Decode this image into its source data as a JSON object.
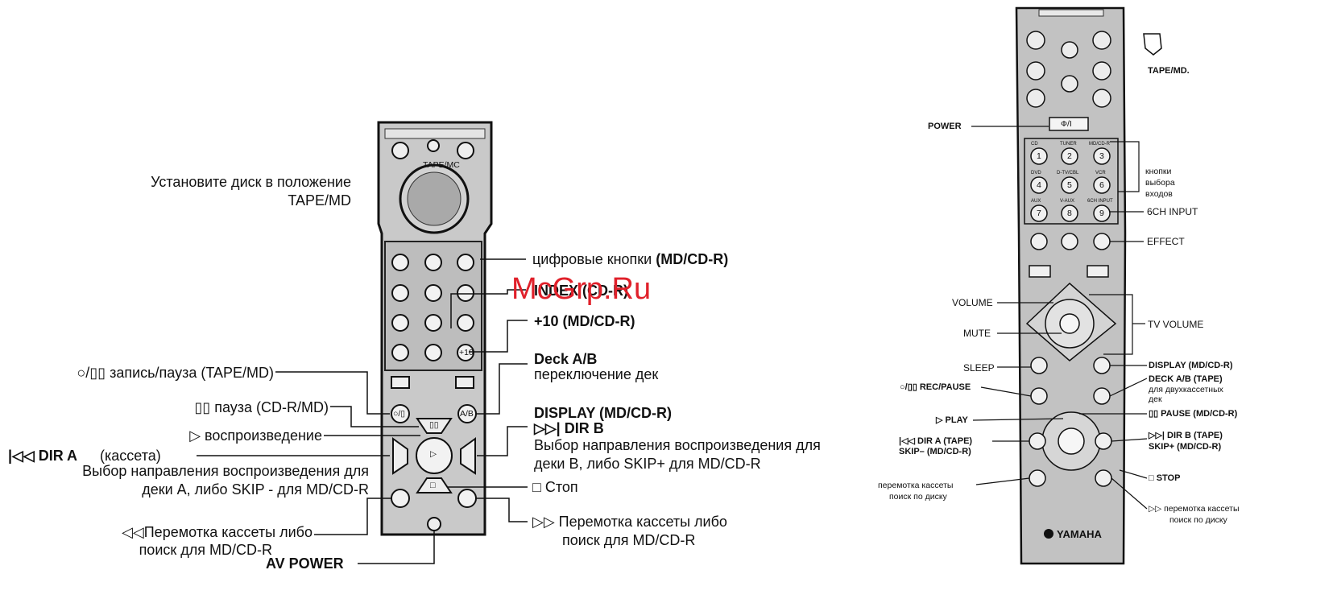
{
  "watermark": "McGrp.Ru",
  "left_remote": {
    "labels": {
      "tape_md_1": "Установите диск в положение",
      "tape_md_2": "TAPE/MD",
      "numeric_a": "цифровые кнопки",
      "numeric_b": "(MD/CD-R)",
      "index": "INDEX (CD-R)",
      "plus10": "+10 (MD/CD-R)",
      "deck_ab": "Deck A/B",
      "deck_ab_desc": "переключение дек",
      "rec_pause": "○/▯▯ запись/пауза (TAPE/MD)",
      "pause": "▯▯ пауза (CD-R/MD)",
      "play": "▷ воспроизведение",
      "display": "DISPLAY (MD/CD-R)",
      "dir_b": "▷▷| DIR B",
      "dir_b_desc_1": "Выбор направления воспроизведения для",
      "dir_b_desc_2": "деки B, либо SKIP+ для MD/CD-R",
      "dir_a": "|◁◁ DIR A",
      "dir_a_cassette": "(кассета)",
      "dir_a_desc_1": "Выбор направления воспроизведения для",
      "dir_a_desc_2": "деки A, либо SKIP - для MD/CD-R",
      "stop": "□ Стоп",
      "rew_1": "◁◁Перемотка кассеты либо",
      "rew_2": "поиск для MD/CD-R",
      "ff_1": "▷▷ Перемотка кассеты либо",
      "ff_2": "поиск для MD/CD-R",
      "av_power": "AV POWER"
    },
    "buttons": {
      "tape_md": "TAPE/MC",
      "rec": "○/▯",
      "ab": "A/B",
      "pause": "▯▯",
      "play": "▷",
      "stop": "□",
      "plus10": "+10"
    }
  },
  "right_remote": {
    "labels": {
      "tape_md": "TAPE/MD.",
      "power": "POWER",
      "inputs_1": "кнопки",
      "inputs_2": "выбора",
      "inputs_3": "входов",
      "six_ch": "6CH INPUT",
      "effect": "EFFECT",
      "volume": "VOLUME",
      "mute": "MUTE",
      "tv_volume": "TV VOLUME",
      "sleep": "SLEEP",
      "display": "DISPLAY (MD/CD-R)",
      "rec_pause": "○/▯▯ REC/PAUSE",
      "deck_ab": "DECK A/B (TAPE)",
      "deck_ab_2": "для двухкассетных",
      "deck_ab_3": "дек",
      "play": "▷ PLAY",
      "pause": "▯▯ PAUSE (MD/CD-R)",
      "dir_a": "|◁◁ DIR A (TAPE)",
      "skip_minus": "SKIP– (MD/CD-R)",
      "dir_b": "▷▷| DIR B (TAPE)",
      "skip_plus": "SKIP+ (MD/CD-R)",
      "stop": "□ STOP",
      "rew_1": "перемотка кассеты",
      "rew_2": "поиск по диску",
      "ff_1": "▷▷ перемотка кассеты",
      "ff_2": "поиск по диску",
      "brand": "YAMAHA"
    },
    "buttons": {
      "power": "Ф/I",
      "inputs": [
        "1",
        "2",
        "3",
        "4",
        "5",
        "6",
        "7",
        "8",
        "9"
      ],
      "input_names": [
        "CD",
        "TUNER",
        "MD/CD-R",
        "DVD",
        "D-TV/CBL",
        "VCR",
        "AUX",
        "V-AUX",
        "6CH INPUT"
      ]
    }
  }
}
